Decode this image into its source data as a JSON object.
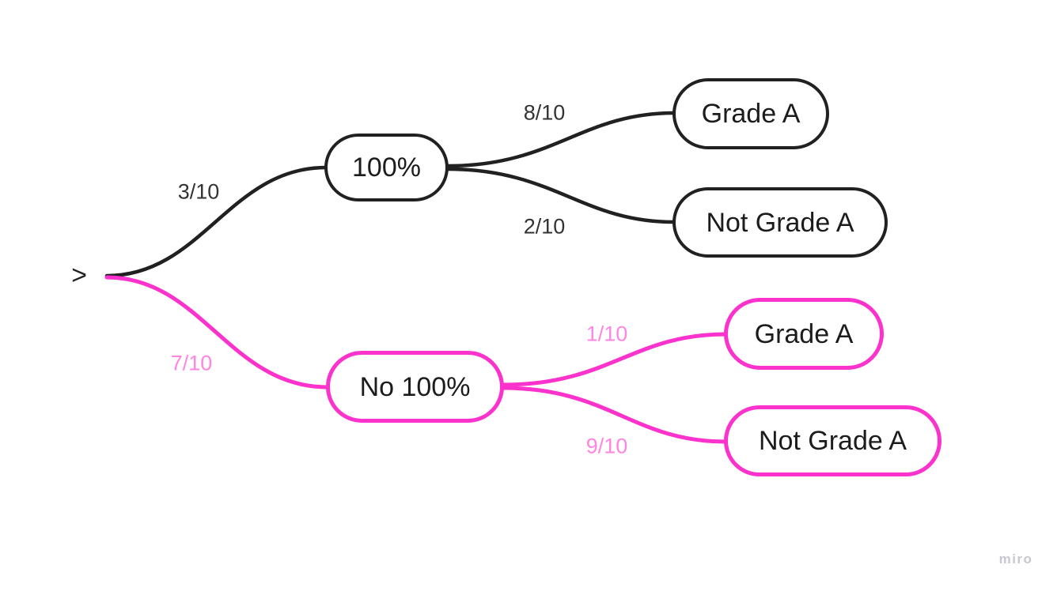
{
  "app": {
    "watermark": "miro"
  },
  "colors": {
    "line-black": "#212121",
    "line-pink": "#fb32cc",
    "label-dark": "#333333",
    "label-pink": "#ff85e2",
    "node-text": "#1c1c1c",
    "watermark": "#c7c7d3",
    "canvas-bg": "#ffffff"
  },
  "tree": {
    "root_label": ">",
    "nodes": [
      {
        "label": "100%",
        "branch": "black"
      },
      {
        "label": "Grade A",
        "branch": "black"
      },
      {
        "label": "Not Grade A",
        "branch": "black"
      },
      {
        "label": "No 100%",
        "branch": "pink"
      },
      {
        "label": "Grade A",
        "branch": "pink"
      },
      {
        "label": "Not Grade A",
        "branch": "pink"
      }
    ],
    "edge_labels": [
      {
        "label": "3/10",
        "branch": "black",
        "from": "root",
        "to": "100%"
      },
      {
        "label": "8/10",
        "branch": "black",
        "from": "100%",
        "to": "Grade A"
      },
      {
        "label": "2/10",
        "branch": "black",
        "from": "100%",
        "to": "Not Grade A"
      },
      {
        "label": "7/10",
        "branch": "pink",
        "from": "root",
        "to": "No 100%"
      },
      {
        "label": "1/10",
        "branch": "pink",
        "from": "No 100%",
        "to": "Grade A"
      },
      {
        "label": "9/10",
        "branch": "pink",
        "from": "No 100%",
        "to": "Not Grade A"
      }
    ]
  }
}
